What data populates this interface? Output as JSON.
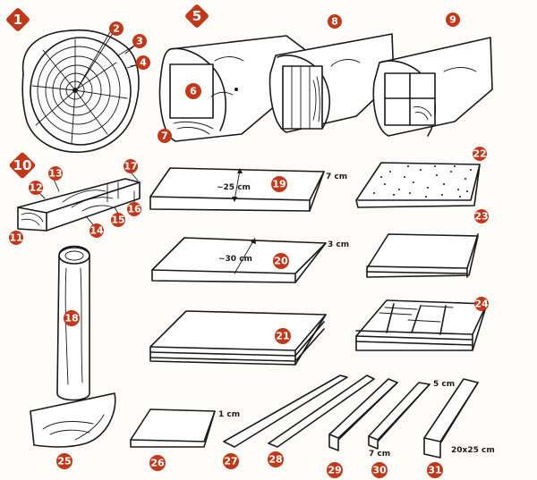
{
  "badges": {
    "b1": "1",
    "b2": "2",
    "b3": "3",
    "b4": "4",
    "b5": "5",
    "b6": "6",
    "b7": "7",
    "b8": "8",
    "b9": "9",
    "b10": "10",
    "b11": "11",
    "b12": "12",
    "b13": "13",
    "b14": "14",
    "b15": "15",
    "b16": "16",
    "b17": "17",
    "b18": "18",
    "b19": "19",
    "b20": "20",
    "b21": "21",
    "b22": "22",
    "b23": "23",
    "b24": "24",
    "b25": "25",
    "b26": "26",
    "b27": "27",
    "b28": "28",
    "b29": "29",
    "b30": "30",
    "b31": "31"
  },
  "dimensions": {
    "d19_width": "~25 cm",
    "d19_thick": "7 cm",
    "d20_width": "~30 cm",
    "d20_thick": "3 cm",
    "d26_thick": "1 cm",
    "d30_size": "7 cm",
    "d31_size": "5 cm",
    "d31_section": "20x25 cm"
  },
  "colors": {
    "ink": "#1a1a1a",
    "badge": "#c0391b",
    "paper": "#fdfcf8"
  }
}
